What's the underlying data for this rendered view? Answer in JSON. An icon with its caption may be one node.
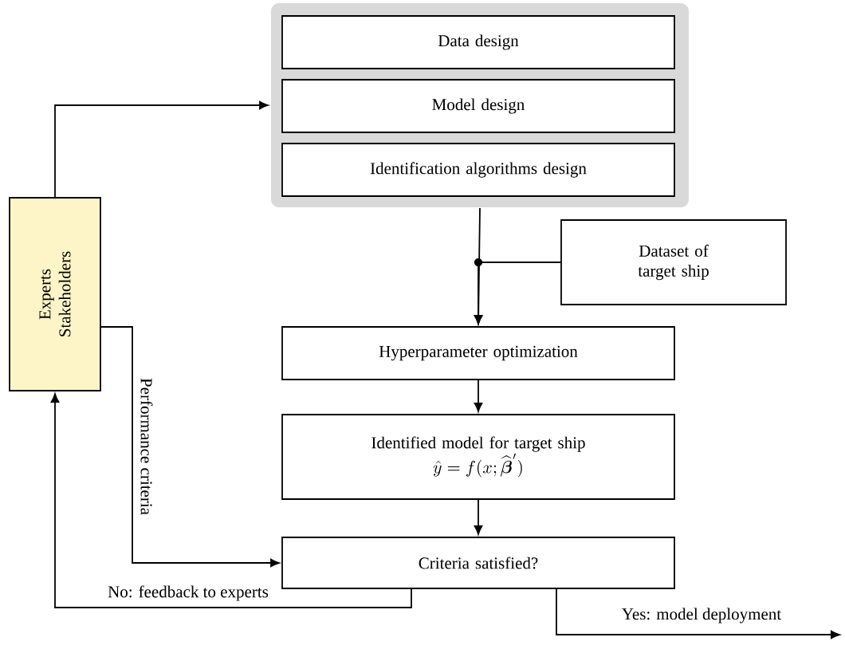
{
  "diagram": {
    "nodes": [
      {
        "text": [],
        "shape": "box"
      },
      {
        "text": [
          "Data design"
        ],
        "in": 0
      },
      {
        "text": [
          "Model design"
        ],
        "in": 0
      },
      {
        "text": [
          "Identification algorithms design"
        ],
        "in": 0
      },
      {
        "text": [
          "Dataset of target ship"
        ]
      },
      {
        "text": [
          "Hyperparameter optimization"
        ]
      },
      {
        "text": [
          "Identified model for target ship",
          "\\hat{y} = f(x;\\widehat{\\boldsymbol{\\beta}}')"
        ]
      },
      {
        "text": [
          "Criteria satisfied?"
        ]
      },
      {
        "text": [
          "Experts Stakeholders"
        ]
      }
    ],
    "edges": [
      {
        "from": 8,
        "to": 0,
        "arrow": "to"
      },
      {
        "from": 0,
        "to": 5,
        "arrow": "to"
      },
      {
        "from": 4,
        "to": 5,
        "arrow": "to"
      },
      {
        "from": 5,
        "to": 6,
        "arrow": "to"
      },
      {
        "from": 6,
        "to": 7,
        "arrow": "to"
      },
      {
        "from": 8,
        "to": 7,
        "arrow": "to",
        "label": "Performance criteria"
      },
      {
        "from": 7,
        "to": 8,
        "arrow": "to",
        "label": "No: feedback to experts"
      },
      {
        "from": 7,
        "to": null,
        "arrow": "to",
        "label": "Yes: model deployment"
      }
    ]
  }
}
